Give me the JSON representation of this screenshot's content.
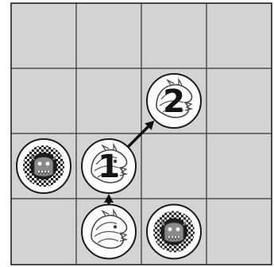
{
  "board": {
    "rows": 4,
    "cols": 4,
    "cell_color": "#d3d3d3",
    "line_color": "#3a3a3a"
  },
  "tokens": [
    {
      "id": "enemy-left",
      "type": "enemy",
      "icon": "monster-checkered-icon",
      "row": 2,
      "col": 0,
      "label": ""
    },
    {
      "id": "hero-step-1",
      "type": "hero",
      "icon": "dragon-head-icon",
      "row": 2,
      "col": 1,
      "label": "1"
    },
    {
      "id": "hero-step-2",
      "type": "hero",
      "icon": "dragon-head-icon",
      "row": 1,
      "col": 2,
      "label": "2"
    },
    {
      "id": "hero-start",
      "type": "hero",
      "icon": "dragon-head-icon",
      "row": 3,
      "col": 1,
      "label": ""
    },
    {
      "id": "enemy-bottom",
      "type": "enemy",
      "icon": "monster-checkered-icon",
      "row": 3,
      "col": 2,
      "label": ""
    }
  ],
  "moves": [
    {
      "from": "hero-start",
      "to": "hero-step-1"
    },
    {
      "from": "hero-step-1",
      "to": "hero-step-2"
    }
  ],
  "colors": {
    "enemy_dark": "#1c1c1c",
    "enemy_light": "#f2f2f2",
    "enemy_face": "#8a8a8a",
    "hero_line": "#4a4a4a",
    "arrow": "#111111"
  }
}
